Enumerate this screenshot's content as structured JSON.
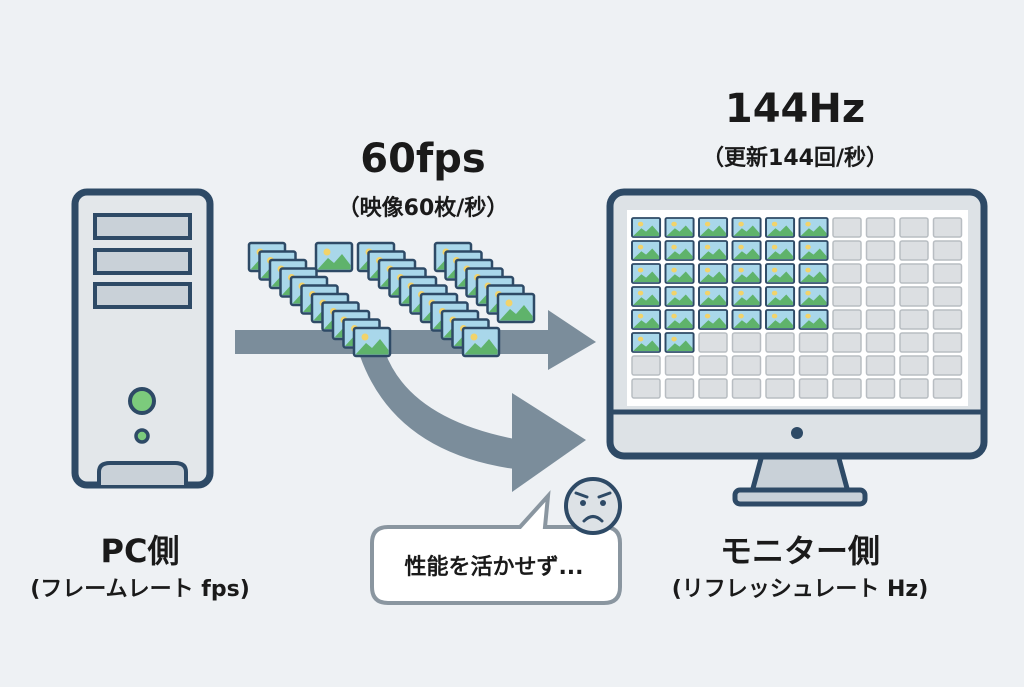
{
  "pc": {
    "title": "PC側",
    "subtitle": "(フレームレート fps)"
  },
  "monitor": {
    "title": "モニター側",
    "subtitle": "(リフレッシュレート Hz)",
    "rate": "144Hz",
    "rate_note": "（更新144回/秒）",
    "grid_columns": 10,
    "grid_rows": 8,
    "frames_filled": 32
  },
  "source": {
    "rate": "60fps",
    "rate_note": "（映像60枚/秒）"
  },
  "bubble": {
    "text": "性能を活かせず..."
  },
  "icons": [
    "pc-tower-icon",
    "monitor-icon",
    "image-frame-icon",
    "arrow-icon",
    "angry-face-icon"
  ],
  "colors": {
    "outline": "#2e4a66",
    "arrow": "#7b8d9b",
    "sky": "#a9d7ea",
    "hill": "#5fb36b",
    "sun": "#f2d36b",
    "empty": "#dcdfe2",
    "background": "#eef1f4"
  }
}
